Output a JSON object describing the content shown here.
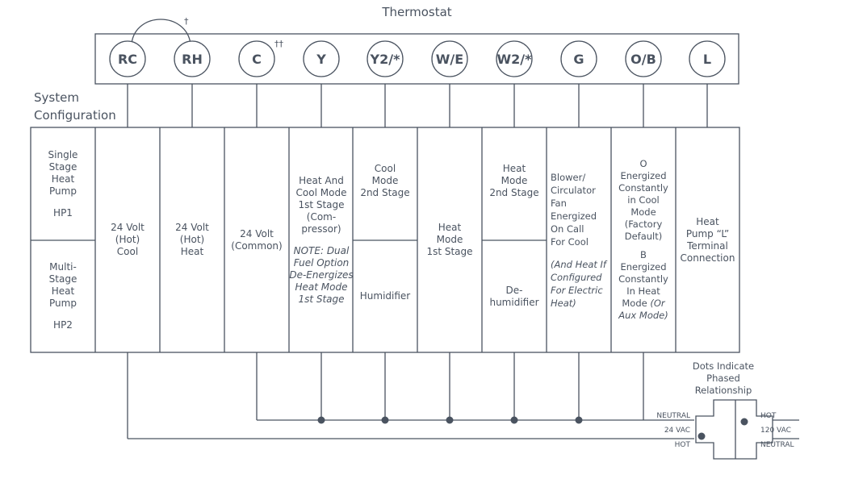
{
  "title": "Thermostat",
  "system_configuration": "System\nConfiguration",
  "dagger": "†",
  "double_dagger": "††",
  "terminals": [
    "RC",
    "RH",
    "C",
    "Y",
    "Y2/*",
    "W/E",
    "W2/*",
    "G",
    "O/B",
    "L"
  ],
  "config": {
    "single": [
      "Single",
      "Stage",
      "Heat",
      "Pump",
      "",
      "HP1"
    ],
    "multi": [
      "Multi-",
      "Stage",
      "Heat",
      "Pump",
      "",
      "HP2"
    ]
  },
  "columns": {
    "rc": [
      "24 Volt",
      "(Hot)",
      "Cool"
    ],
    "rh": [
      "24 Volt",
      "(Hot)",
      "Heat"
    ],
    "c": [
      "24 Volt",
      "(Common)"
    ],
    "y_main": [
      "Heat And",
      "Cool Mode",
      "1st Stage",
      "(Com-",
      "pressor)"
    ],
    "y_note": [
      "NOTE: Dual",
      "Fuel Option",
      "De-Energizes",
      "Heat Mode",
      "1st Stage"
    ],
    "y2_top": [
      "Cool",
      "Mode",
      "2nd Stage"
    ],
    "y2_bottom": [
      "Humidifier"
    ],
    "we": [
      "Heat",
      "Mode",
      "1st Stage"
    ],
    "w2_top": [
      "Heat",
      "Mode",
      "2nd Stage"
    ],
    "w2_bottom": [
      "De-",
      "humidifier"
    ],
    "g_main": [
      "Blower/",
      "Circulator",
      "Fan",
      "Energized",
      "On Call",
      "For Cool"
    ],
    "g_note": [
      "(And Heat If",
      "Configured",
      "For Electric",
      "Heat)"
    ],
    "ob_a": [
      "O",
      "Energized",
      "Constantly",
      "in Cool",
      "Mode",
      "(Factory",
      "Default)"
    ],
    "ob_b": [
      "B",
      "Energized",
      "Constantly",
      "In Heat"
    ],
    "ob_b_mode": "Mode ",
    "ob_b_or": "(Or",
    "ob_b_aux": "Aux Mode)",
    "l": [
      "Heat",
      "Pump “L”",
      "Terminal",
      "Connection"
    ]
  },
  "transformer": {
    "dots_note": [
      "Dots Indicate",
      "Phased",
      "Relationship"
    ],
    "neutral_left": "NEUTRAL",
    "vac24": "24 VAC",
    "hot_left": "HOT",
    "hot_right": "HOT",
    "vac120": "120 VAC",
    "neutral_right": "NEUTRAL"
  },
  "colors": {
    "line": "#4a5360",
    "text": "#4a5360",
    "background": "#ffffff"
  }
}
